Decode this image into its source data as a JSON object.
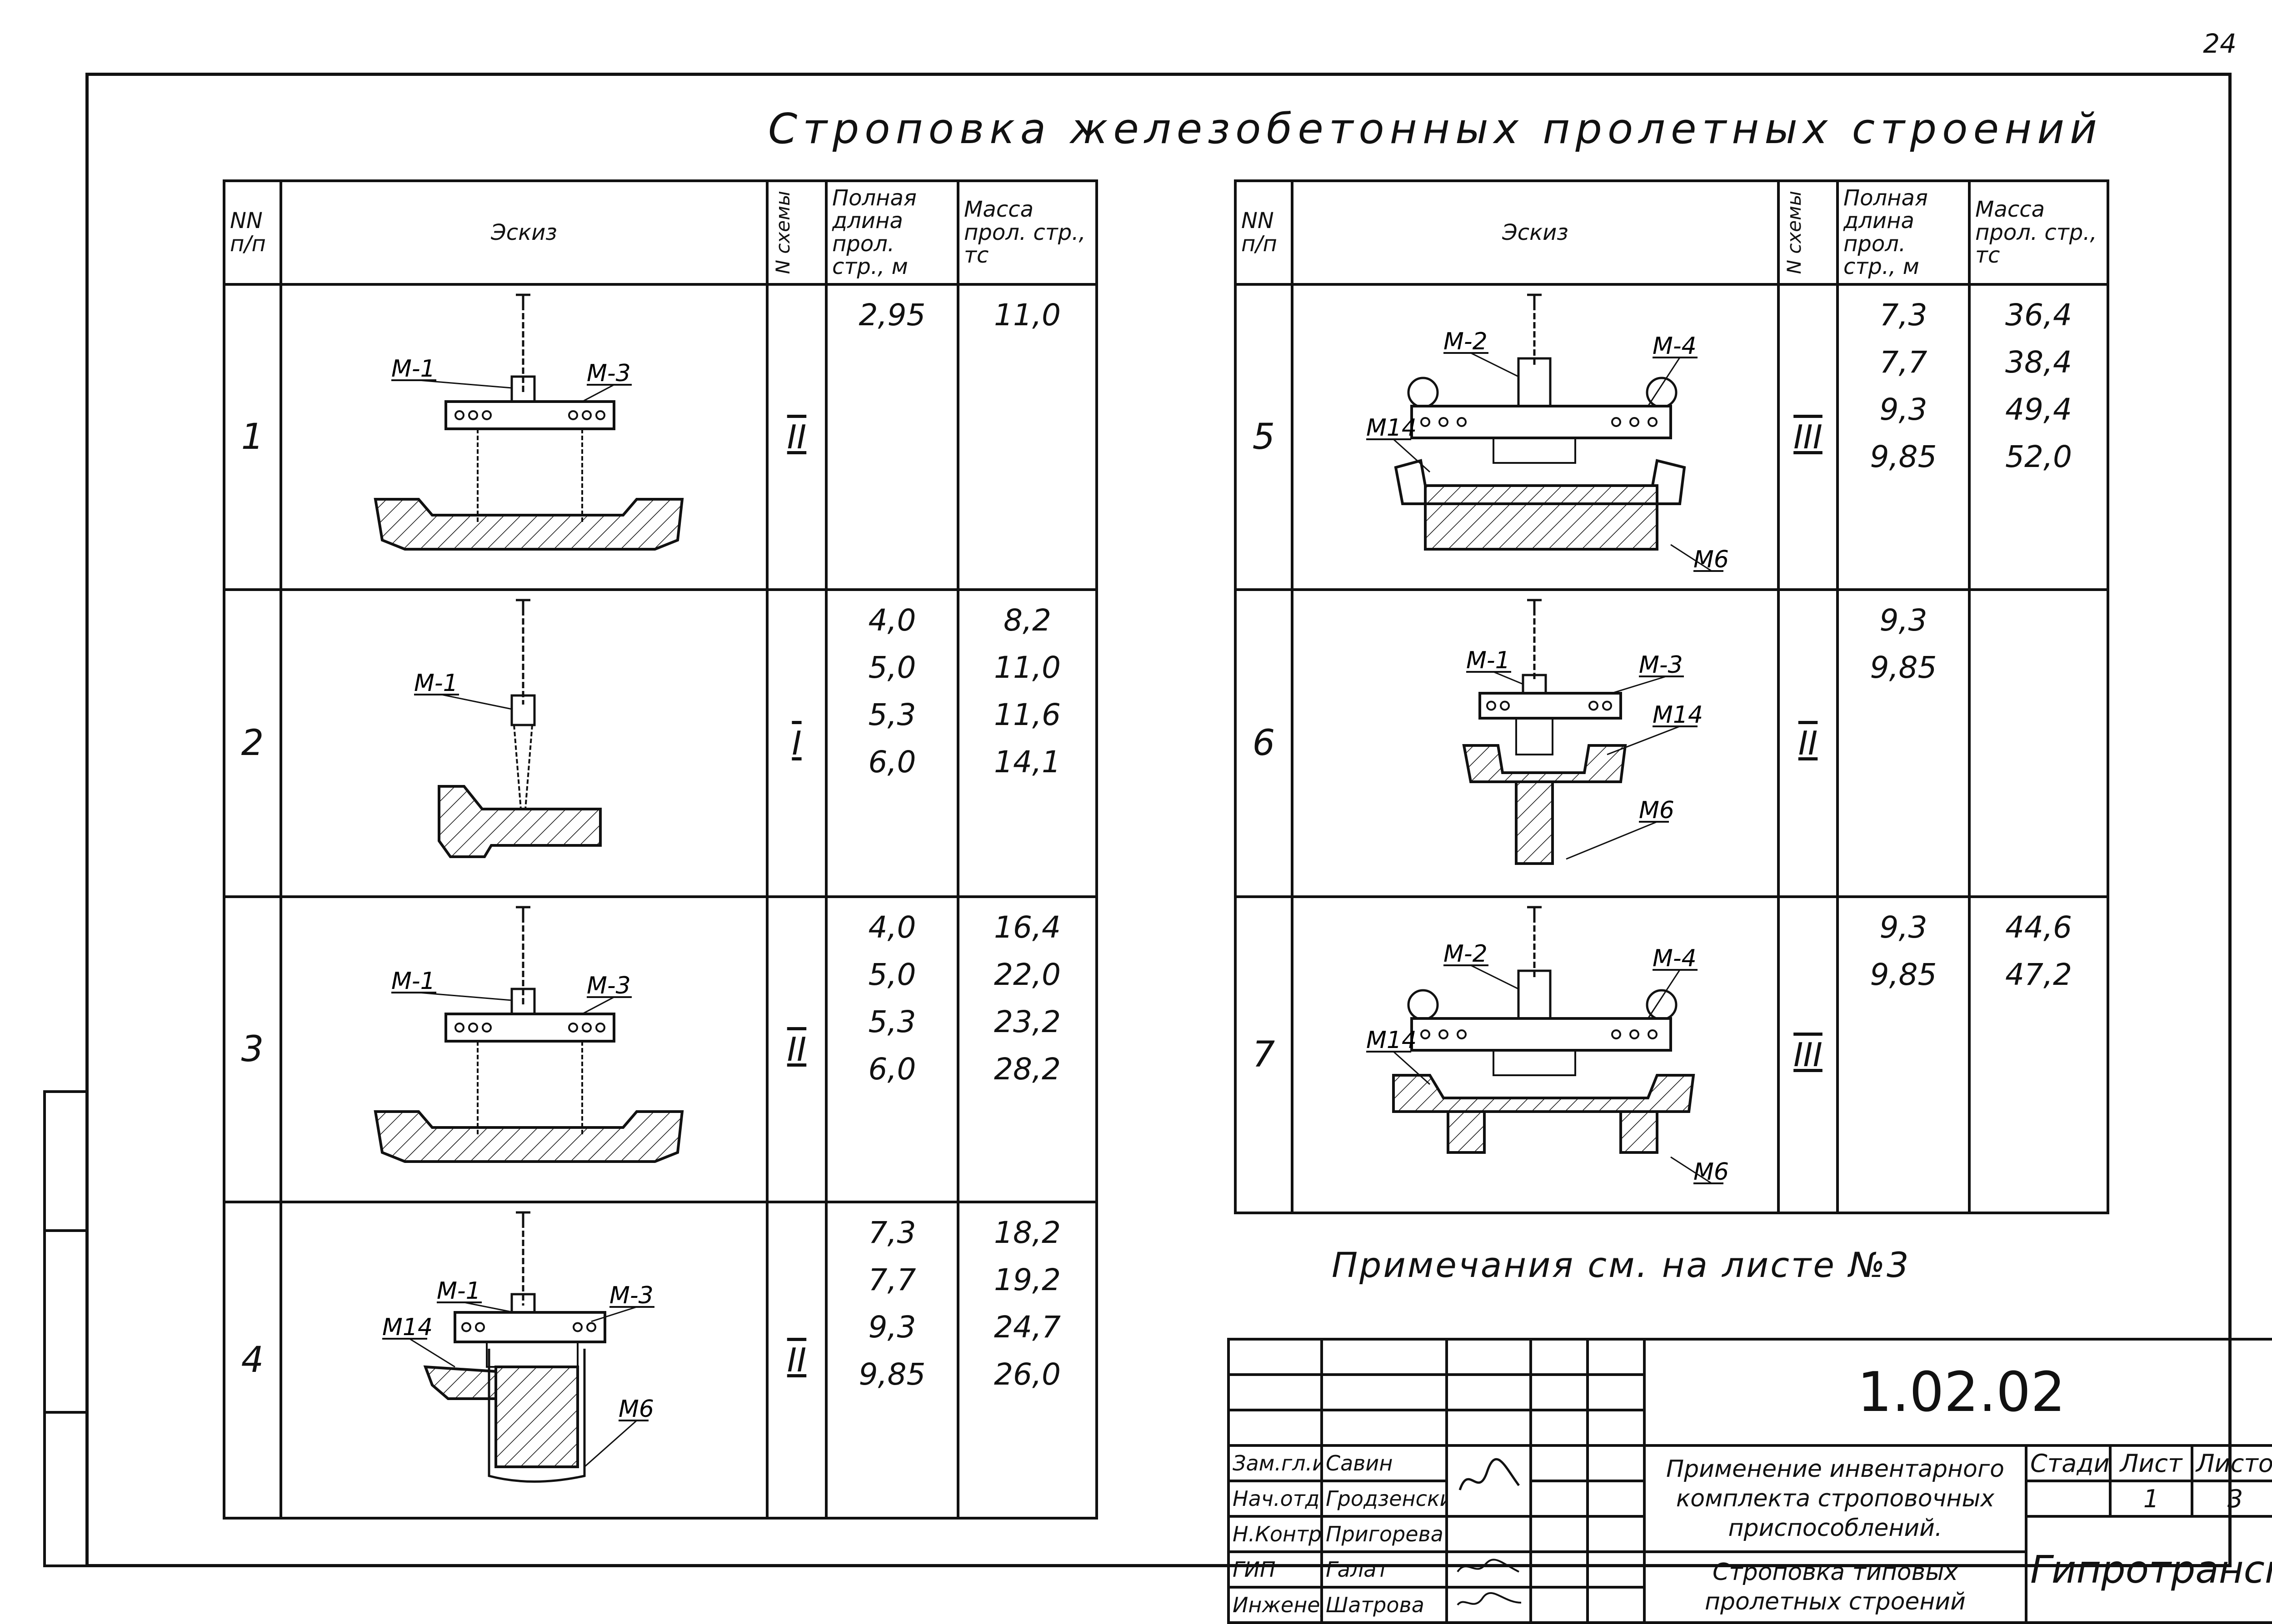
{
  "page_number": "24",
  "title": "Строповка железобетонных пролетных строений",
  "table_header": {
    "num": "NN п/п",
    "sketch": "Эскиз",
    "schema": "N схемы",
    "length": "Полная длина прол. стр., м",
    "mass": "Масса прол. стр., тс"
  },
  "left_rows": [
    {
      "num": "1",
      "schema": "II",
      "lengths": [
        "2,95"
      ],
      "masses": [
        "11,0"
      ],
      "labels": [
        "M-1",
        "M-3"
      ]
    },
    {
      "num": "2",
      "schema": "I",
      "lengths": [
        "4,0",
        "5,0",
        "5,3",
        "6,0"
      ],
      "masses": [
        "8,2",
        "11,0",
        "11,6",
        "14,1"
      ],
      "labels": [
        "M-1"
      ]
    },
    {
      "num": "3",
      "schema": "II",
      "lengths": [
        "4,0",
        "5,0",
        "5,3",
        "6,0"
      ],
      "masses": [
        "16,4",
        "22,0",
        "23,2",
        "28,2"
      ],
      "labels": [
        "M-1",
        "M-3"
      ]
    },
    {
      "num": "4",
      "schema": "II",
      "lengths": [
        "7,3",
        "7,7",
        "9,3",
        "9,85"
      ],
      "masses": [
        "18,2",
        "19,2",
        "24,7",
        "26,0"
      ],
      "labels": [
        "M-1",
        "M-3",
        "M14",
        "M6"
      ]
    }
  ],
  "right_rows": [
    {
      "num": "5",
      "schema": "III",
      "lengths": [
        "7,3",
        "7,7",
        "9,3",
        "9,85"
      ],
      "masses": [
        "36,4",
        "38,4",
        "49,4",
        "52,0"
      ],
      "labels": [
        "M-2",
        "M-4",
        "M14",
        "M6"
      ]
    },
    {
      "num": "6",
      "schema": "II",
      "lengths": [
        "9,3",
        "9,85"
      ],
      "masses": [],
      "labels": [
        "M-1",
        "M-3",
        "M14",
        "M6"
      ]
    },
    {
      "num": "7",
      "schema": "III",
      "lengths": [
        "9,3",
        "9,85"
      ],
      "masses": [
        "44,6",
        "47,2"
      ],
      "labels": [
        "M-2",
        "M-4",
        "M14",
        "M6"
      ]
    }
  ],
  "note": "Примечания см. на листе №3",
  "title_block": {
    "doc_code": "1.02.02",
    "roles": [
      {
        "role": "Зам.гл.инж.",
        "name": "Савин"
      },
      {
        "role": "Нач.отд.",
        "name": "Гродзенский"
      },
      {
        "role": "Н.Контр.",
        "name": "Пригорева"
      },
      {
        "role": "ГИП",
        "name": "Галат"
      },
      {
        "role": "Инженер",
        "name": "Шатрова"
      }
    ],
    "work_title": "Применение инвентарного комплекта строповочных приспособлений.",
    "sheet_title": "Строповка типовых пролетных строений",
    "stage_label": "Стадия",
    "sheet_label": "Лист",
    "sheets_label": "Листов",
    "sheet": "1",
    "sheets": "3",
    "organization": "Гипротрансмост"
  }
}
